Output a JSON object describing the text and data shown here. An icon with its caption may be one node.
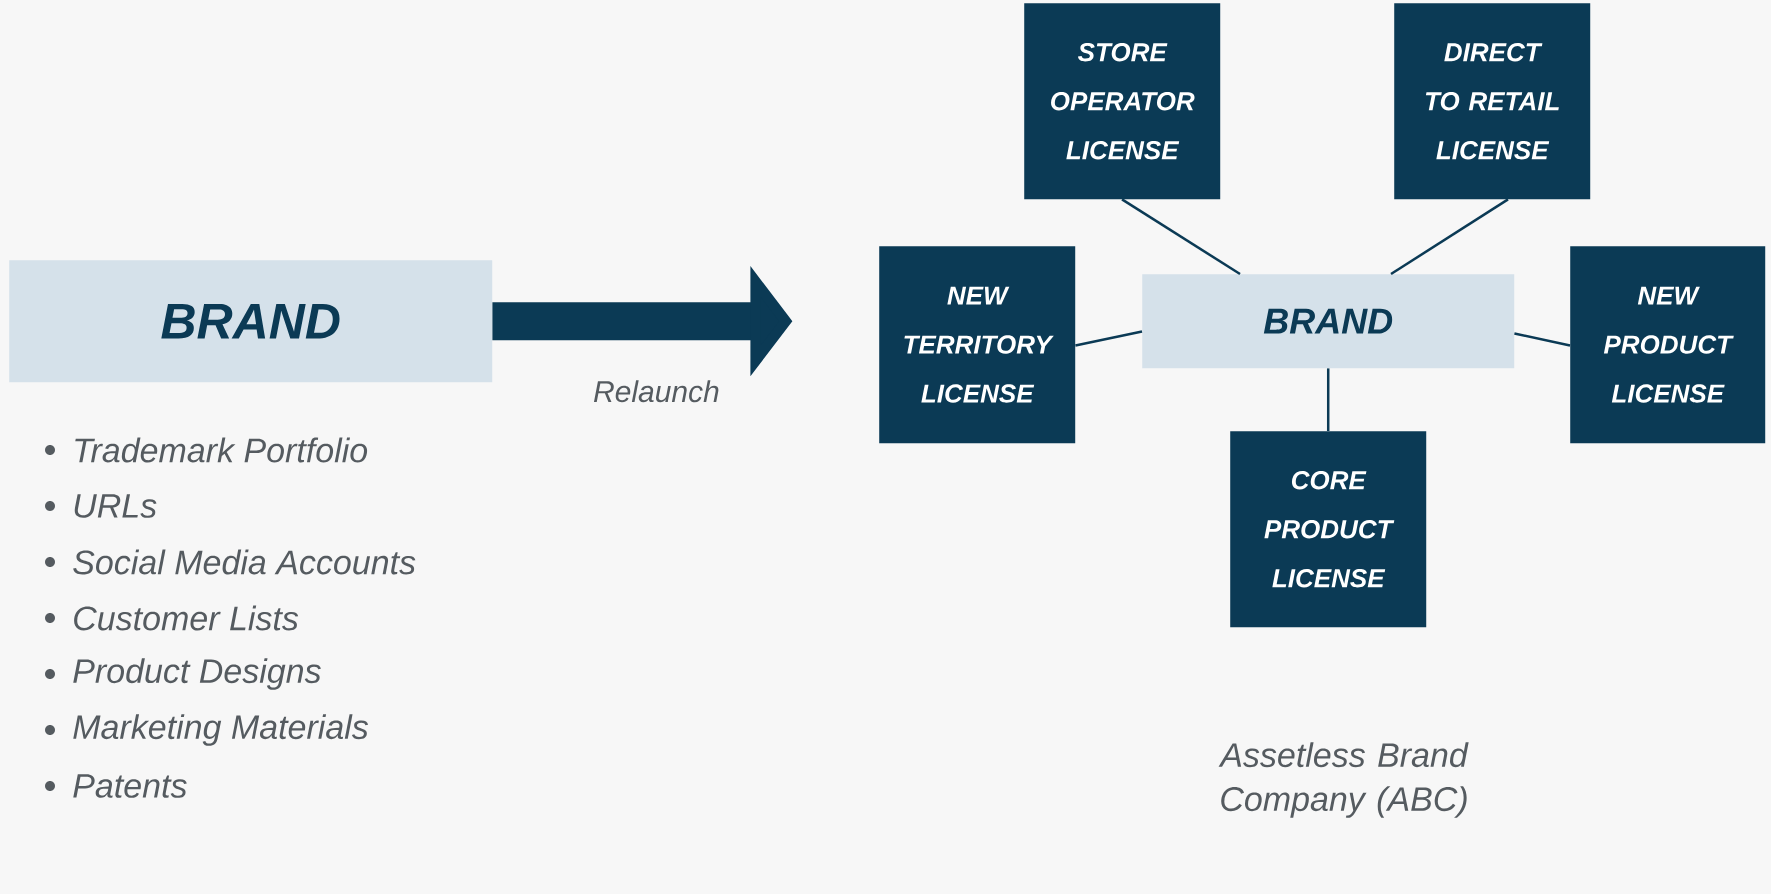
{
  "diagram": {
    "nodes": [
      {
        "text": [
          "BRAND"
        ]
      },
      {
        "text": [
          "STORE OPERATOR LICENSE"
        ]
      },
      {
        "text": [
          "DIRECT TO RETAIL LICENSE"
        ]
      },
      {
        "text": [
          "NEW TERRITORY LICENSE"
        ]
      },
      {
        "text": [
          "BRAND"
        ]
      },
      {
        "text": [
          "NEW PRODUCT LICENSE"
        ]
      },
      {
        "text": [
          "CORE PRODUCT LICENSE"
        ]
      }
    ],
    "edges": [
      {
        "from": 0,
        "to": null,
        "arrow": "to",
        "label": "Relaunch",
        "style": "thick"
      },
      {
        "from": 4,
        "to": 1,
        "arrow": "none"
      },
      {
        "from": 4,
        "to": 2,
        "arrow": "none"
      },
      {
        "from": 4,
        "to": 3,
        "arrow": "none"
      },
      {
        "from": 4,
        "to": 5,
        "arrow": "none"
      },
      {
        "from": 4,
        "to": 6,
        "arrow": "none"
      }
    ],
    "labels": [
      "Trademark Portfolio",
      "URLs",
      "Social Media Accounts",
      "Customer Lists",
      "Product Designs",
      "Marketing Materials",
      "Patents",
      "Assetless Brand Company (ABC)"
    ]
  }
}
